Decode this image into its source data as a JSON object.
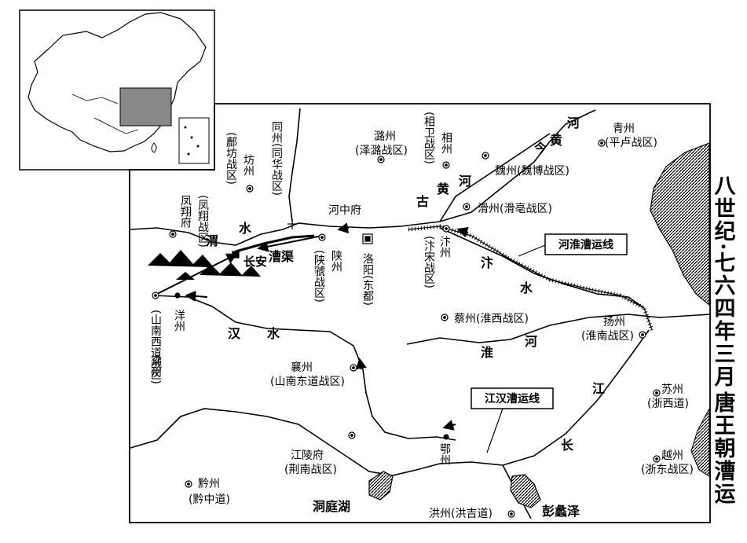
{
  "title_upper": "八世纪·七六四年三月",
  "title_lower": "唐王朝漕运",
  "routes": {
    "huaihe": "河淮漕运线",
    "jianghan": "江汉漕运线"
  },
  "cities": {
    "changan": "长安",
    "luoyang": "洛阳(东都)",
    "hezhongfu": "河中府",
    "fengxiangfu": "凤翔府",
    "fengxiang_zq": "(凤翔战区)",
    "fangzhou": "坊州",
    "fangzhou_zq": "(鄜坊战区)",
    "tongzhou": "同州(同华战区)",
    "luzhou": "潞州",
    "luzhou_zq": "(泽潞战区)",
    "xiangzhou": "相州",
    "xiangzhou_zq": "(相卫战区)",
    "qingzhou": "青州",
    "qingzhou_zq": "(平卢战区)",
    "weizhou": "魏州(魏博战区)",
    "huazhou": "滑州(滑亳战区)",
    "shanzhou": "陕州",
    "shanzhou_zq": "(陕虢战区)",
    "bianzhou": "汴州",
    "bianzhou_zq": "(汴宋战区)",
    "caizhou": "蔡州(淮西战区)",
    "yangzhou": "扬州",
    "yangzhou_zq": "(淮南战区)",
    "liangzhou": "梁州",
    "liangzhou_zq": "(山南西道战区)",
    "yangzhou2": "洋州",
    "xiangzhou2": "襄州",
    "xiangzhou2_zq": "(山南东道战区)",
    "jianglingfu": "江陵府",
    "jianglingfu_zq": "(荆南战区)",
    "ezhou": "鄂州",
    "qianzhou": "黔州",
    "qianzhou_zq": "(黔中道)",
    "hongzhou": "洪州(洪吉道)",
    "suzhou": "苏州",
    "suzhou_zq": "(浙西道)",
    "yuezhou": "越州",
    "yuezhou_zq": "(浙东战区)"
  },
  "water": {
    "wei": "渭",
    "wei2": "水",
    "caoqu": "漕渠",
    "huang1": "黄",
    "huang2": "河",
    "jin": "今",
    "gu": "古",
    "bian": "汴",
    "bian2": "水",
    "han": "汉",
    "han2": "水",
    "huai": "淮",
    "huai2": "河",
    "jiang": "江",
    "chang": "长",
    "dongtinghu": "洞庭湖",
    "poyangze": "彭蠡泽"
  }
}
